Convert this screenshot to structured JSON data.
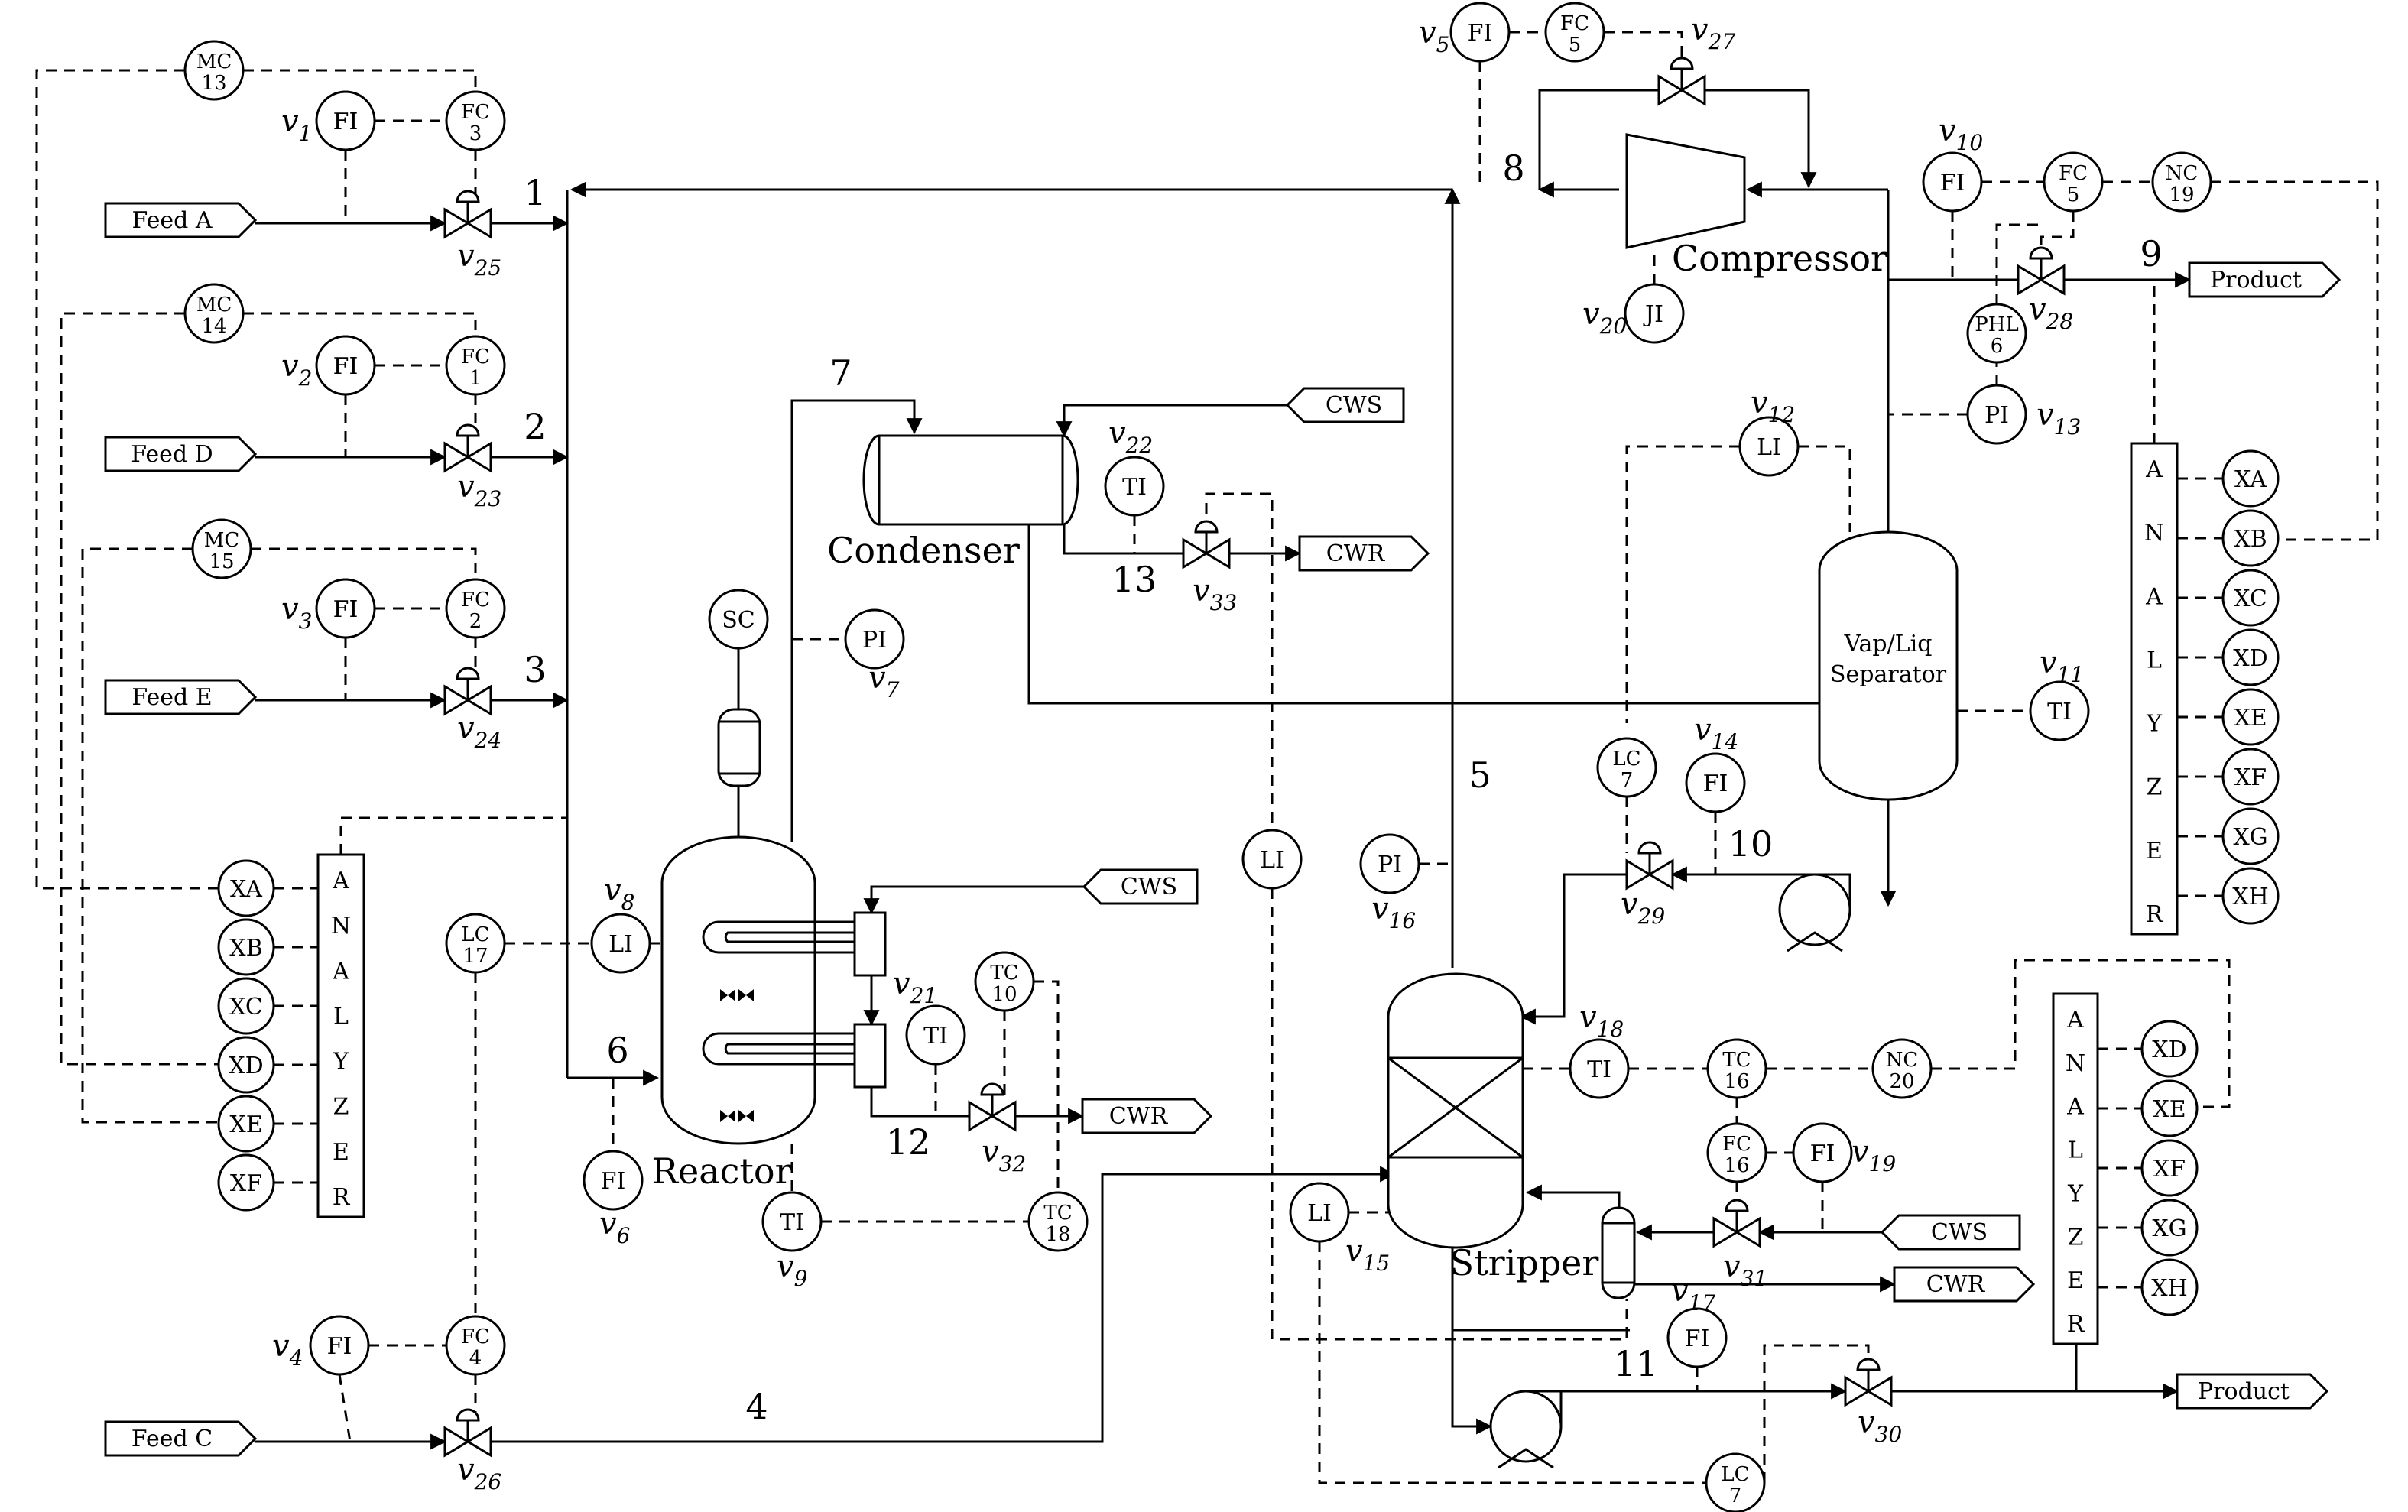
{
  "feeds": {
    "A": "Feed A",
    "D": "Feed D",
    "E": "Feed E",
    "C": "Feed C"
  },
  "terminals": {
    "cws": "CWS",
    "cwr": "CWR",
    "product": "Product"
  },
  "equipment": {
    "condenser": "Condenser",
    "compressor": "Compressor",
    "reactor": "Reactor",
    "stripper": "Stripper",
    "separator_line1": "Vap/Liq",
    "separator_line2": "Separator"
  },
  "analyzer_letters": [
    "A",
    "N",
    "A",
    "L",
    "Y",
    "Z",
    "E",
    "R"
  ],
  "stream_numbers": [
    "1",
    "2",
    "3",
    "4",
    "5",
    "6",
    "7",
    "8",
    "9",
    "10",
    "11",
    "12",
    "13"
  ],
  "instruments": [
    {
      "id": "mc13",
      "l1": "MC",
      "l2": "13"
    },
    {
      "id": "fi-v1",
      "l1": "FI",
      "l2": ""
    },
    {
      "id": "fc3",
      "l1": "FC",
      "l2": "3"
    },
    {
      "id": "mc14",
      "l1": "MC",
      "l2": "14"
    },
    {
      "id": "fi-v2",
      "l1": "FI",
      "l2": ""
    },
    {
      "id": "fc1",
      "l1": "FC",
      "l2": "1"
    },
    {
      "id": "mc15",
      "l1": "MC",
      "l2": "15"
    },
    {
      "id": "fi-v3",
      "l1": "FI",
      "l2": ""
    },
    {
      "id": "fc2",
      "l1": "FC",
      "l2": "2"
    },
    {
      "id": "lc17",
      "l1": "LC",
      "l2": "17"
    },
    {
      "id": "li-v8",
      "l1": "LI",
      "l2": ""
    },
    {
      "id": "fi-v6",
      "l1": "FI",
      "l2": ""
    },
    {
      "id": "fi-v4",
      "l1": "FI",
      "l2": ""
    },
    {
      "id": "fc4",
      "l1": "FC",
      "l2": "4"
    },
    {
      "id": "sc",
      "l1": "SC",
      "l2": ""
    },
    {
      "id": "pi-v7",
      "l1": "PI",
      "l2": ""
    },
    {
      "id": "ti-v22",
      "l1": "TI",
      "l2": ""
    },
    {
      "id": "ti-v21",
      "l1": "TI",
      "l2": ""
    },
    {
      "id": "tc10",
      "l1": "TC",
      "l2": "10"
    },
    {
      "id": "ti-v9",
      "l1": "TI",
      "l2": ""
    },
    {
      "id": "tc18",
      "l1": "TC",
      "l2": "18"
    },
    {
      "id": "li-mid",
      "l1": "LI",
      "l2": ""
    },
    {
      "id": "pi-v16",
      "l1": "PI",
      "l2": ""
    },
    {
      "id": "fi-v5",
      "l1": "FI",
      "l2": ""
    },
    {
      "id": "fc5-top",
      "l1": "FC",
      "l2": "5"
    },
    {
      "id": "ji-v20",
      "l1": "JI",
      "l2": ""
    },
    {
      "id": "li-v12",
      "l1": "LI",
      "l2": ""
    },
    {
      "id": "lc7-top",
      "l1": "LC",
      "l2": "7"
    },
    {
      "id": "fi-v14",
      "l1": "FI",
      "l2": ""
    },
    {
      "id": "fi-v10",
      "l1": "FI",
      "l2": ""
    },
    {
      "id": "fc5-right",
      "l1": "FC",
      "l2": "5"
    },
    {
      "id": "nc19",
      "l1": "NC",
      "l2": "19"
    },
    {
      "id": "phl6",
      "l1": "PHL",
      "l2": "6"
    },
    {
      "id": "pi-v13",
      "l1": "PI",
      "l2": ""
    },
    {
      "id": "ti-v11",
      "l1": "TI",
      "l2": ""
    },
    {
      "id": "ti-v18",
      "l1": "TI",
      "l2": ""
    },
    {
      "id": "tc16",
      "l1": "TC",
      "l2": "16"
    },
    {
      "id": "nc20",
      "l1": "NC",
      "l2": "20"
    },
    {
      "id": "fc16",
      "l1": "FC",
      "l2": "16"
    },
    {
      "id": "fi-v19",
      "l1": "FI",
      "l2": ""
    },
    {
      "id": "li-v15",
      "l1": "LI",
      "l2": ""
    },
    {
      "id": "fi-v17",
      "l1": "FI",
      "l2": ""
    },
    {
      "id": "lc7-bot",
      "l1": "LC",
      "l2": "7"
    }
  ],
  "analyzers": {
    "left": [
      "XA",
      "XB",
      "XC",
      "XD",
      "XE",
      "XF"
    ],
    "right_top": [
      "XA",
      "XB",
      "XC",
      "XD",
      "XE",
      "XF",
      "XG",
      "XH"
    ],
    "right_bottom": [
      "XD",
      "XE",
      "XF",
      "XG",
      "XH"
    ]
  },
  "var_labels": [
    {
      "id": "v1",
      "base": "v",
      "sub": "1"
    },
    {
      "id": "v2",
      "base": "v",
      "sub": "2"
    },
    {
      "id": "v3",
      "base": "v",
      "sub": "3"
    },
    {
      "id": "v4",
      "base": "v",
      "sub": "4"
    },
    {
      "id": "v5",
      "base": "v",
      "sub": "5"
    },
    {
      "id": "v6",
      "base": "v",
      "sub": "6"
    },
    {
      "id": "v7",
      "base": "v",
      "sub": "7"
    },
    {
      "id": "v8",
      "base": "v",
      "sub": "8"
    },
    {
      "id": "v9",
      "base": "v",
      "sub": "9"
    },
    {
      "id": "v10",
      "base": "v",
      "sub": "10"
    },
    {
      "id": "v11",
      "base": "v",
      "sub": "11"
    },
    {
      "id": "v12",
      "base": "v",
      "sub": "12"
    },
    {
      "id": "v13",
      "base": "v",
      "sub": "13"
    },
    {
      "id": "v14",
      "base": "v",
      "sub": "14"
    },
    {
      "id": "v15",
      "base": "v",
      "sub": "15"
    },
    {
      "id": "v16",
      "base": "v",
      "sub": "16"
    },
    {
      "id": "v17",
      "base": "v",
      "sub": "17"
    },
    {
      "id": "v18",
      "base": "v",
      "sub": "18"
    },
    {
      "id": "v19",
      "base": "v",
      "sub": "19"
    },
    {
      "id": "v20",
      "base": "v",
      "sub": "20"
    },
    {
      "id": "v21",
      "base": "v",
      "sub": "21"
    },
    {
      "id": "v22",
      "base": "v",
      "sub": "22"
    },
    {
      "id": "v23",
      "base": "v",
      "sub": "23"
    },
    {
      "id": "v24",
      "base": "v",
      "sub": "24"
    },
    {
      "id": "v25",
      "base": "v",
      "sub": "25"
    },
    {
      "id": "v26",
      "base": "v",
      "sub": "26"
    },
    {
      "id": "v27",
      "base": "v",
      "sub": "27"
    },
    {
      "id": "v28",
      "base": "v",
      "sub": "28"
    },
    {
      "id": "v29",
      "base": "v",
      "sub": "29"
    },
    {
      "id": "v30",
      "base": "v",
      "sub": "30"
    },
    {
      "id": "v31",
      "base": "v",
      "sub": "31"
    },
    {
      "id": "v32",
      "base": "v",
      "sub": "32"
    },
    {
      "id": "v33",
      "base": "v",
      "sub": "33"
    }
  ]
}
